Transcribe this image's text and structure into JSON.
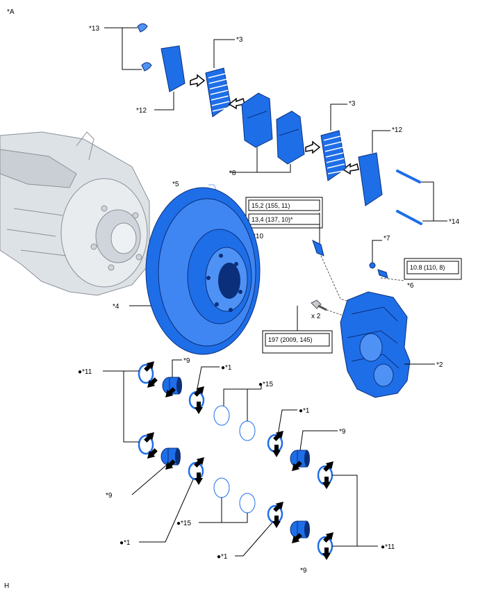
{
  "corner_label": "*A",
  "footer_label": "H",
  "callouts": {
    "c13": "*13",
    "c3_left": "*3",
    "c12_left": "*12",
    "c3_right": "*3",
    "c12_right": "*12",
    "c8": "*8",
    "c5": "*5",
    "c14": "*14",
    "c10": "*10",
    "c7": "*7",
    "c6": "*6",
    "c4": "*4",
    "c2": "*2",
    "x2": "x 2",
    "c11_left": "●*11",
    "c9_top": "*9",
    "c1_top": "●*1",
    "c15_top": "●*15",
    "c1_mid": "●*1",
    "c9_mid": "*9",
    "c9_left": "*9",
    "c15_bottom": "●*15",
    "c1_bottom_left": "●*1",
    "c1_bottom": "●*1",
    "c11_right": "●*11",
    "c9_bottom": "*9"
  },
  "torque_specs": {
    "bleeder_line1": "15,2 (155, 11)",
    "bleeder_line2": "13,4 (137, 10)*",
    "small_bolt": "10.8 (110, 8)",
    "caliper_bolt": "197 (2009, 145)"
  },
  "colors": {
    "part_blue": "#1e6ee8",
    "part_outline": "#0b2f7a",
    "hub_gray": "#d6dbe0"
  }
}
